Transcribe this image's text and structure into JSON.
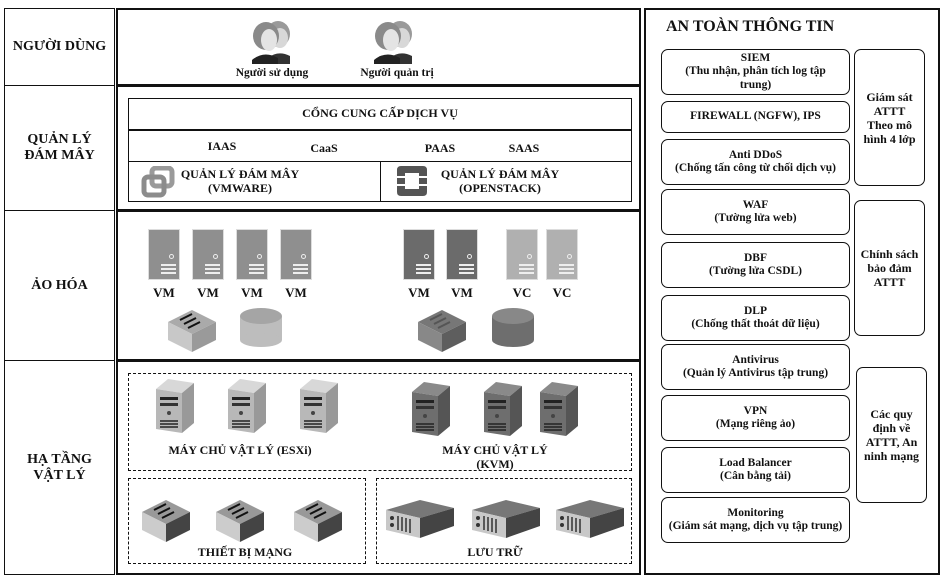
{
  "layers": [
    {
      "label": "NGƯỜI DÙNG"
    },
    {
      "label": "QUẢN LÝ\nĐÁM MÂY"
    },
    {
      "label": "ẢO HÓA"
    },
    {
      "label": "HẠ TẦNG\nVẬT LÝ"
    }
  ],
  "users": {
    "items": [
      {
        "label": "Người sử dụng",
        "icon": "user-group-icon"
      },
      {
        "label": "Người quản trị",
        "icon": "admin-group-icon"
      }
    ]
  },
  "cloud_mgmt": {
    "portal_title": "CỔNG CUNG CẤP DỊCH VỤ",
    "services": [
      "IAAS",
      "CaaS",
      "PAAS",
      "SAAS"
    ],
    "managers": [
      {
        "line1": "QUẢN LÝ ĐÁM MÂY",
        "line2": "(VMWARE)",
        "icon": "vmware-logo-icon"
      },
      {
        "line1": "QUẢN LÝ ĐÁM MÂY",
        "line2": "(OPENSTACK)",
        "icon": "openstack-logo-icon"
      }
    ]
  },
  "virtualization": {
    "left_vms": [
      "VM",
      "VM",
      "VM",
      "VM"
    ],
    "right_vms": [
      "VM",
      "VM"
    ],
    "right_vcs": [
      "VC",
      "VC"
    ],
    "colors": {
      "vm_left": "#8f8f8f",
      "vm_right": "#6b6b6b",
      "vc": "#b0b0b0"
    }
  },
  "physical": {
    "esxi_label": "MÁY CHỦ VẬT LÝ (ESXi)",
    "kvm_label_1": "MÁY CHỦ VẬT LÝ",
    "kvm_label_2": "(KVM)",
    "network_label": "THIẾT BỊ MẠNG",
    "storage_label": "LƯU TRỮ"
  },
  "security": {
    "title": "AN TOÀN THÔNG TIN",
    "items": [
      {
        "name": "SIEM",
        "desc": "(Thu nhận, phân tích log tập",
        "desc2": "trung)"
      },
      {
        "name": "FIREWALL (NGFW), IPS",
        "desc": "",
        "desc2": ""
      },
      {
        "name": "Anti DDoS",
        "desc": "(Chống tấn công từ chối dịch vụ)",
        "desc2": ""
      },
      {
        "name": "WAF",
        "desc": "(Tường lửa web)",
        "desc2": ""
      },
      {
        "name": "DBF",
        "desc": "(Tường lửa CSDL)",
        "desc2": ""
      },
      {
        "name": "DLP",
        "desc": "(Chống thất thoát dữ liệu)",
        "desc2": ""
      },
      {
        "name": "Antivirus",
        "desc": "(Quản lý Antivirus tập trung)",
        "desc2": ""
      },
      {
        "name": "VPN",
        "desc": "(Mạng riêng ảo)",
        "desc2": ""
      },
      {
        "name": "Load Balancer",
        "desc": "(Cân bằng tải)",
        "desc2": ""
      },
      {
        "name": "Monitoring",
        "desc": "(Giám sát mạng, dịch vụ tập trung)",
        "desc2": ""
      }
    ],
    "side": [
      {
        "lines": [
          "Giám sát",
          "ATTT",
          "Theo mô",
          "hình 4 lớp"
        ]
      },
      {
        "lines": [
          "Chính sách",
          "bảo đảm",
          "ATTT"
        ]
      },
      {
        "lines": [
          "Các quy",
          "định về",
          "ATTT, An",
          "ninh mạng"
        ]
      }
    ]
  }
}
